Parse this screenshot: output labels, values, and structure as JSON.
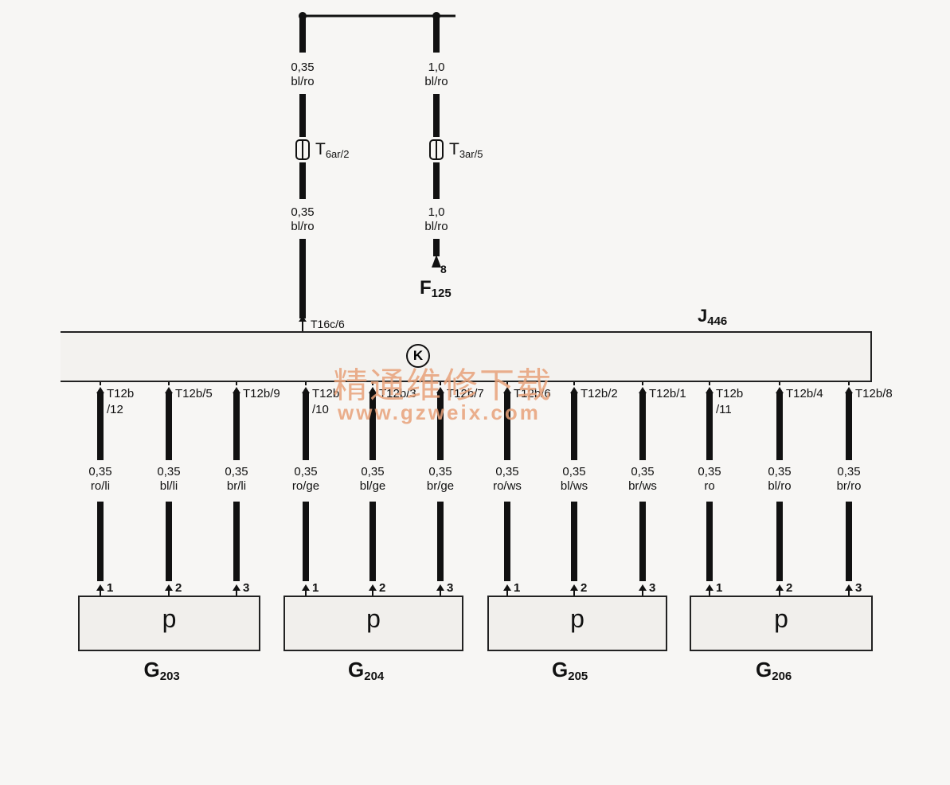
{
  "top_wires": [
    {
      "upper_gauge": "0,35",
      "upper_color": "bl/ro",
      "connector": "T",
      "connector_sub": "6ar/2",
      "lower_gauge": "0,35",
      "lower_color": "bl/ro",
      "end_tag": "T16c/6"
    },
    {
      "upper_gauge": "1,0",
      "upper_color": "bl/ro",
      "connector": "T",
      "connector_sub": "3ar/5",
      "lower_gauge": "1,0",
      "lower_color": "bl/ro",
      "pin": "8"
    }
  ],
  "fuse": {
    "letter": "F",
    "number": "125"
  },
  "control_unit": {
    "letter": "J",
    "number": "446",
    "symbol": "K"
  },
  "branch_wires": [
    {
      "tag": "T12b",
      "tag2": "/12",
      "gauge": "0,35",
      "color": "ro/li",
      "pin": "1"
    },
    {
      "tag": "T12b/5",
      "gauge": "0,35",
      "color": "bl/li",
      "pin": "2"
    },
    {
      "tag": "T12b/9",
      "gauge": "0,35",
      "color": "br/li",
      "pin": "3"
    },
    {
      "tag": "T12b",
      "tag2": "/10",
      "gauge": "0,35",
      "color": "ro/ge",
      "pin": "1"
    },
    {
      "tag": "T12b/3",
      "gauge": "0,35",
      "color": "bl/ge",
      "pin": "2"
    },
    {
      "tag": "T12b/7",
      "gauge": "0,35",
      "color": "br/ge",
      "pin": "3"
    },
    {
      "tag": "T12b/6",
      "gauge": "0,35",
      "color": "ro/ws",
      "pin": "1"
    },
    {
      "tag": "T12b/2",
      "gauge": "0,35",
      "color": "bl/ws",
      "pin": "2"
    },
    {
      "tag": "T12b/1",
      "gauge": "0,35",
      "color": "br/ws",
      "pin": "3"
    },
    {
      "tag": "T12b",
      "tag2": "/11",
      "gauge": "0,35",
      "color": "ro",
      "pin": "1"
    },
    {
      "tag": "T12b/4",
      "gauge": "0,35",
      "color": "bl/ro",
      "pin": "2"
    },
    {
      "tag": "T12b/8",
      "gauge": "0,35",
      "color": "br/ro",
      "pin": "3"
    }
  ],
  "sensors": [
    {
      "symbol": "p",
      "letter": "G",
      "number": "203"
    },
    {
      "symbol": "p",
      "letter": "G",
      "number": "204"
    },
    {
      "symbol": "p",
      "letter": "G",
      "number": "205"
    },
    {
      "symbol": "p",
      "letter": "G",
      "number": "206"
    }
  ],
  "watermark": {
    "line1": "精通维修下载",
    "line2": "www.gzweix.com"
  }
}
